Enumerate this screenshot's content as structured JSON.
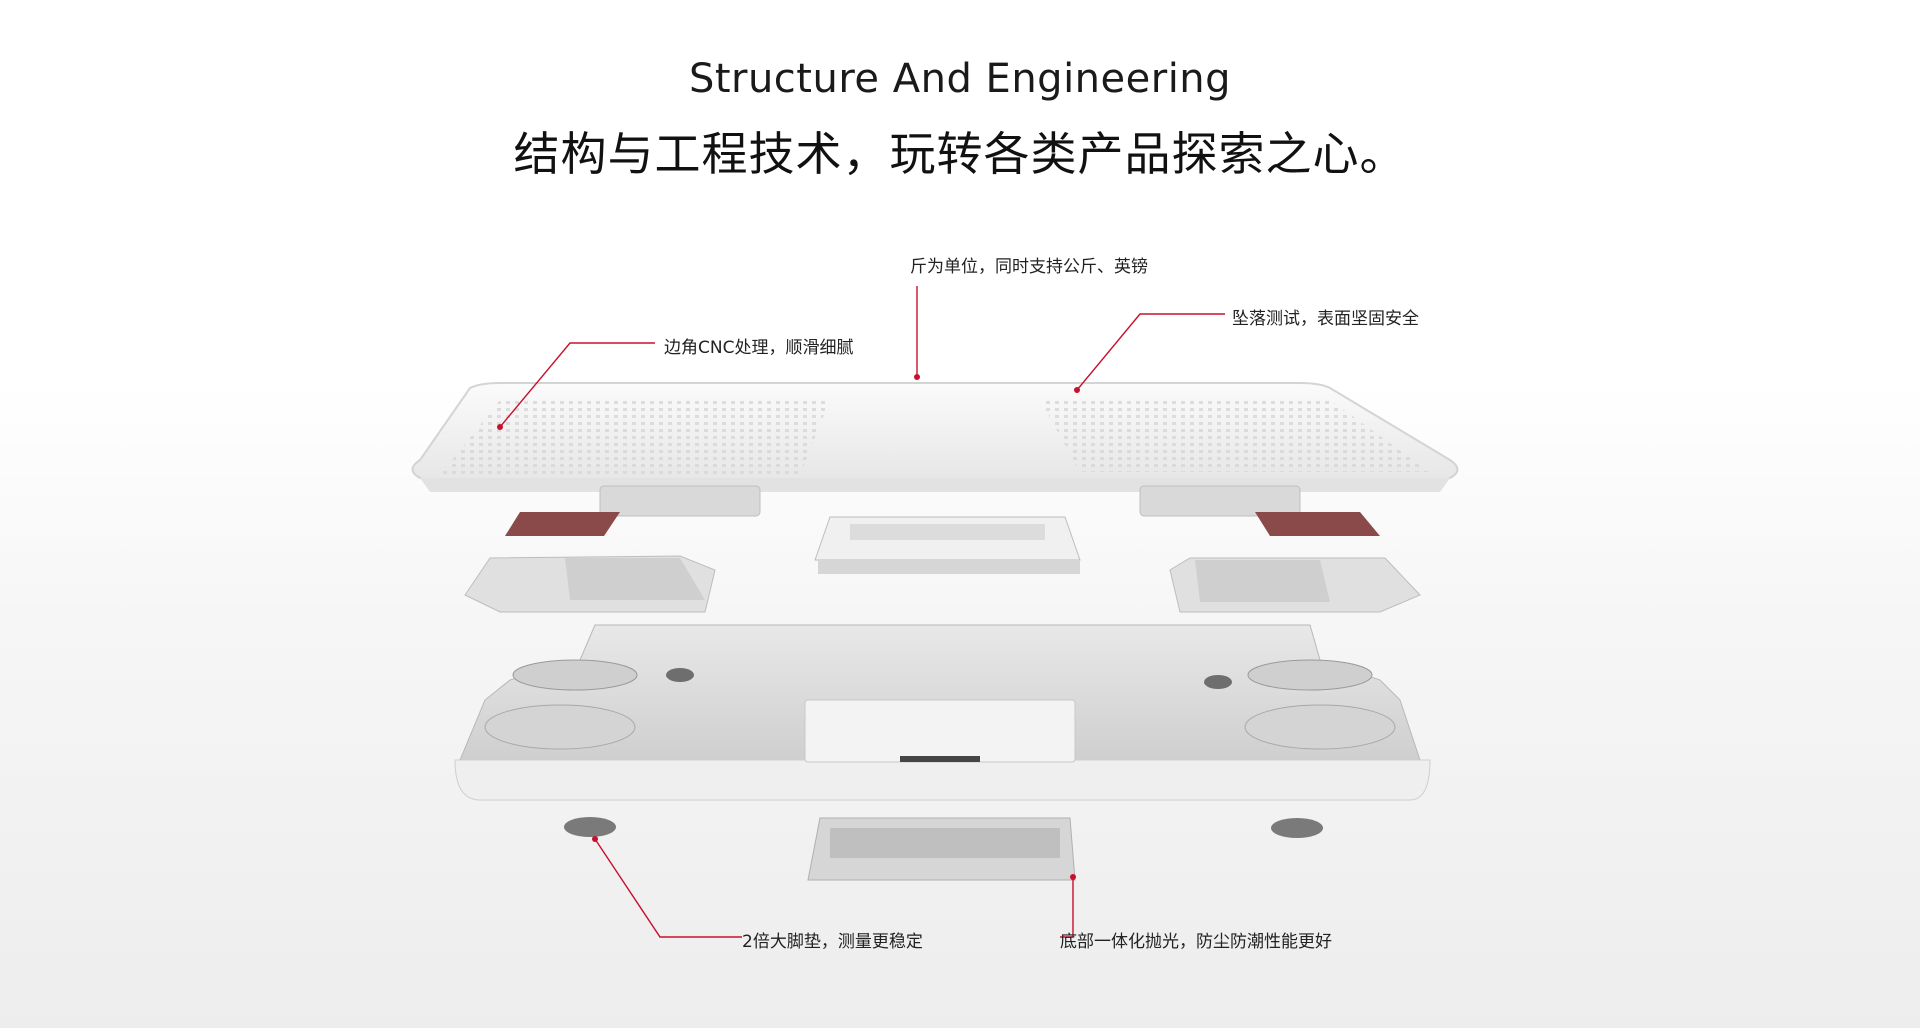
{
  "header": {
    "title_en": "Structure And Engineering",
    "title_cn": "结构与工程技术，玩转各类产品探索之心。"
  },
  "callouts": {
    "units": "斤为单位，同时支持公斤、英镑",
    "drop_test": "坠落测试，表面坚固安全",
    "cnc_corners": "边角CNC处理，顺滑细腻",
    "foot_pads": "2倍大脚垫，测量更稳定",
    "bottom_polish": "底部一体化抛光，防尘防潮性能更好"
  },
  "colors": {
    "accent_red": "#c8102e",
    "leader_line": "#c8102e",
    "glass_panel": "#f4f4f4",
    "sensor_pad": "#8a4a4a",
    "base_gray": "#d9d9d9"
  },
  "icons": [
    "scale-top-glass",
    "sensor-pad",
    "display-module",
    "load-cell",
    "base-frame",
    "foot-pad",
    "battery-cover"
  ]
}
